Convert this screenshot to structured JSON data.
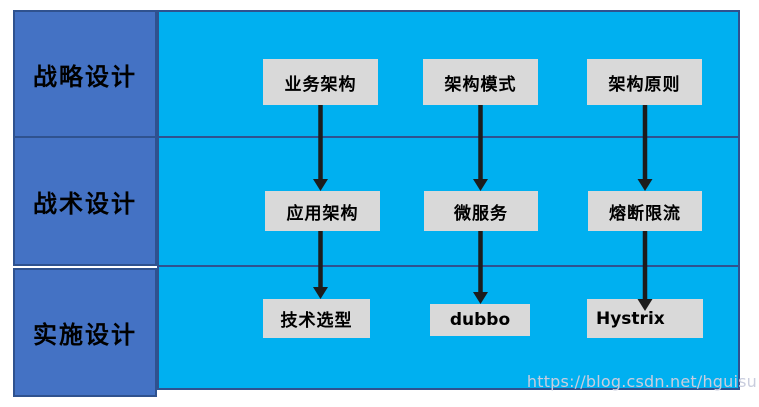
{
  "sidebar": {
    "rows": [
      {
        "label": "战略设计"
      },
      {
        "label": "战术设计"
      },
      {
        "label": "实施设计"
      }
    ]
  },
  "boxes": [
    {
      "label": "业务架构"
    },
    {
      "label": "架构模式"
    },
    {
      "label": "架构原则"
    },
    {
      "label": "应用架构"
    },
    {
      "label": "微服务"
    },
    {
      "label": "熔断限流"
    },
    {
      "label": "技术选型"
    },
    {
      "label": "dubbo"
    },
    {
      "label": "Hystrix"
    }
  ],
  "watermark": {
    "text": "https://blog.csdn.net/hguisu"
  },
  "colors": {
    "sidebar_fill": "#4472C4",
    "main_fill": "#00B0F0",
    "border": "#2F528F",
    "node_fill": "#D9D9D9",
    "arrow": "#1C1C1C",
    "watermark_text": "#C9CDDE"
  }
}
